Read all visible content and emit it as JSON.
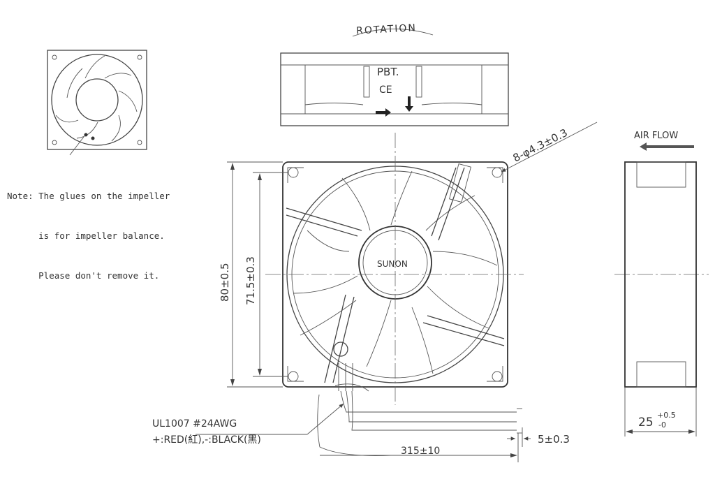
{
  "labels": {
    "rotation": "ROTATION",
    "pbt": "PBT.",
    "ce": "CE",
    "hole_spec": "8-φ4.3±0.3",
    "air_flow": "AIR FLOW",
    "brand": "SUNON",
    "height_outer": "80±0.5",
    "height_inner": "71.5±0.3",
    "depth_base": "25",
    "depth_tol_plus": "+0.5",
    "depth_tol_minus": "-0",
    "wire_type": "UL1007  #24AWG",
    "wire_colors": "+:RED(紅),-:BLACK(黑)",
    "lead_length": "315±10",
    "strip_length": "5±0.3"
  },
  "note": {
    "line1": "Note: The glues on the impeller",
    "line2": "      is for impeller balance.",
    "line3": "      Please don't remove it."
  }
}
